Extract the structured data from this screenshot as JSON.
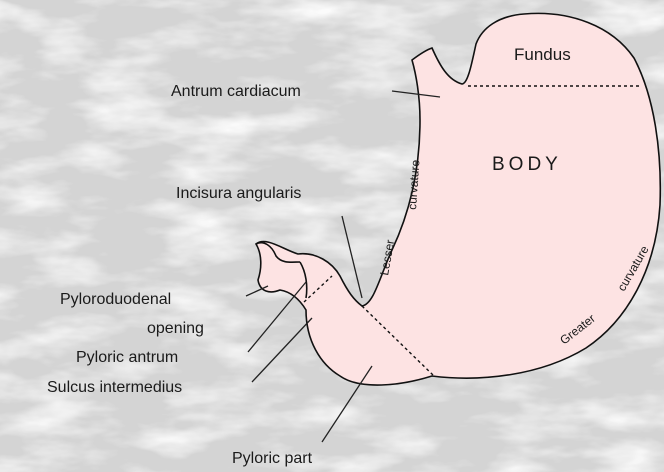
{
  "diagram": {
    "labels": {
      "fundus": "Fundus",
      "body": "BODY",
      "antrum_cardiacum": "Antrum cardiacum",
      "lesser_curvature_1": "Lesser",
      "lesser_curvature_2": "curvature",
      "incisura_angularis": "Incisura angularis",
      "greater_curvature_1": "Greater",
      "greater_curvature_2": "curvature",
      "pyloroduodenal_1": "Pyloroduodenal",
      "pyloroduodenal_2": "opening",
      "pyloric_antrum": "Pyloric antrum",
      "sulcus_intermedius": "Sulcus intermedius",
      "pyloric_part": "Pyloric part"
    },
    "colors": {
      "stomach_fill": "#fde3e3",
      "outline": "#111111",
      "background": "#dcdcdc"
    }
  }
}
